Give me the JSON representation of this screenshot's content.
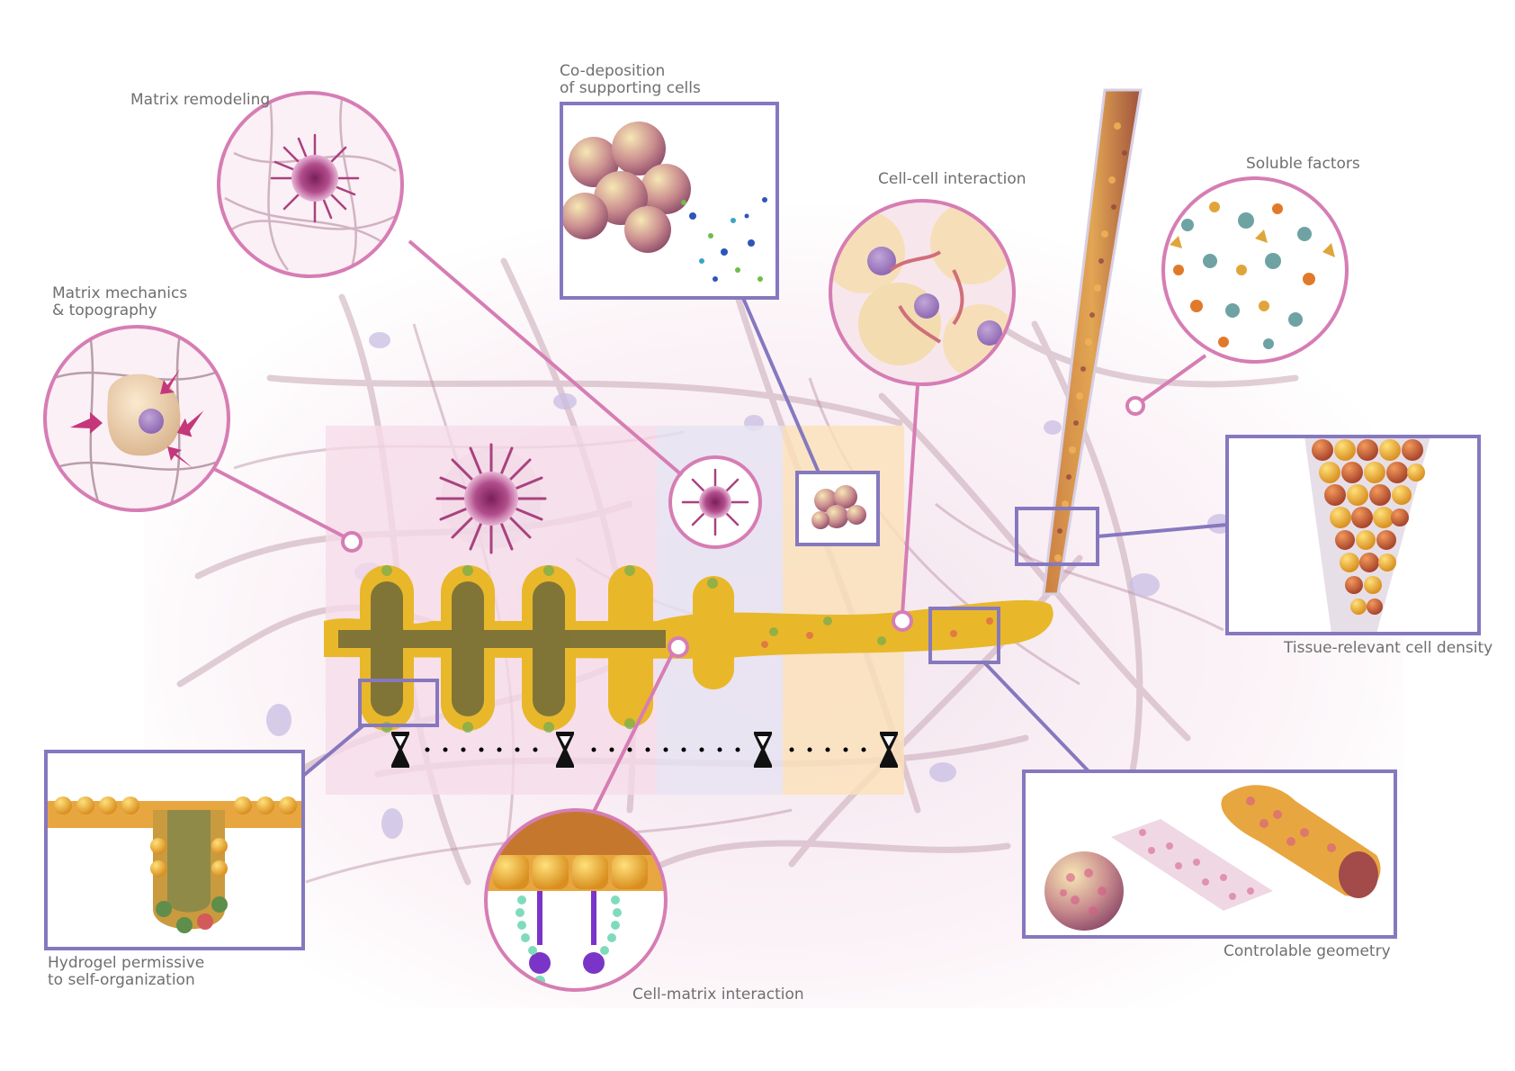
{
  "colors": {
    "callout_pink": "#d67db4",
    "callout_purple": "#8678bf",
    "fiber": "#c9a9b7",
    "zone_pink": "#f6dbe8",
    "zone_purple": "#e6e2f3",
    "zone_orange": "#fbe1b8",
    "tissue_yellow": "#e8b82a",
    "tissue_orange": "#e89a3a",
    "tissue_green": "#7fae4c",
    "magenta_arrow": "#c4377b",
    "label_text": "#6f6f6f"
  },
  "labels": {
    "matrix_remodeling": "Matrix remodeling",
    "co_deposition_line1": "Co-deposition",
    "co_deposition_line2": "of supporting cells",
    "cell_cell_interaction": "Cell-cell interaction",
    "soluble_factors": "Soluble factors",
    "matrix_mechanics_line1": "Matrix mechanics",
    "matrix_mechanics_line2": "& topography",
    "tissue_cell_density": "Tissue-relevant cell density",
    "controlable_geometry": "Controlable geometry",
    "hydrogel_line1": "Hydrogel permissive",
    "hydrogel_line2": "to self-organization",
    "cell_matrix_interaction": "Cell-matrix interaction"
  },
  "icons": [
    "hourglass-icon",
    "hourglass-icon",
    "hourglass-icon",
    "hourglass-icon"
  ]
}
